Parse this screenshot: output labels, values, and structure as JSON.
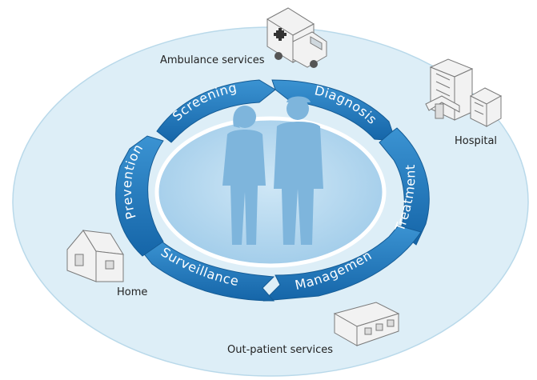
{
  "colors": {
    "outer_ellipse_fill": "#ddeef7",
    "outer_ellipse_stroke": "#b9d9ea",
    "inner_ellipse_fill": "#a9d3ee",
    "inner_ellipse_stroke": "#ffffff",
    "arrow_fill": "#1f77bc",
    "arrow_edge": "#145b95",
    "silhouette_fill": "#7eb5dc",
    "building_fill": "#f2f2f2",
    "building_stroke": "#7a7a7a"
  },
  "places": {
    "ambulance": "Ambulance services",
    "hospital": "Hospital",
    "home": "Home",
    "outpatient": "Out-patient services"
  },
  "cycle": {
    "screening": "Screening",
    "diagnosis": "Diagnosis",
    "treatment": "Treatment",
    "management": "Management",
    "surveillance": "Surveillance",
    "prevention": "Prevention"
  },
  "icons": {
    "ambulance": "ambulance-icon",
    "hospital": "hospital-building-icon",
    "home": "house-icon",
    "outpatient": "clinic-building-icon",
    "people": "doctor-and-patient-silhouette-icon"
  }
}
